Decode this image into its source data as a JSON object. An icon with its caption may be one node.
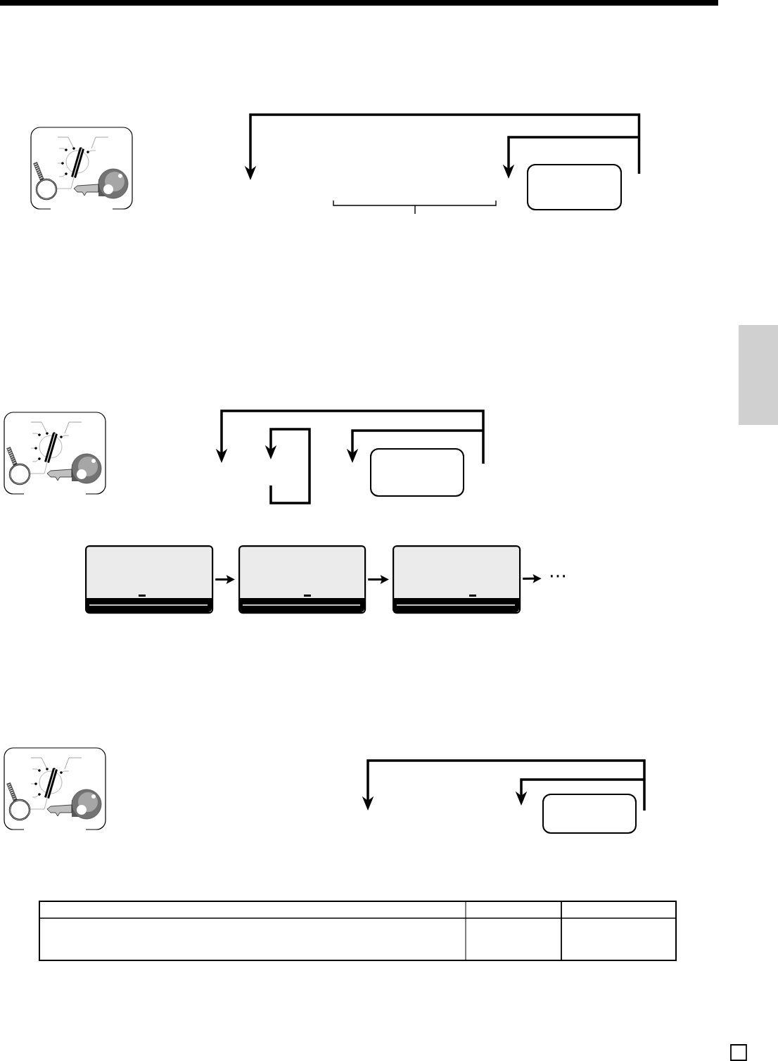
{
  "diagram": {
    "nodes": [
      {
        "text": [],
        "shape": "box"
      },
      {
        "text": [],
        "shape": "bar"
      },
      {
        "text": [],
        "shape": "box"
      },
      {
        "text": [],
        "shape": "display"
      },
      {
        "text": [],
        "shape": "display"
      },
      {
        "text": [],
        "shape": "display"
      },
      {
        "text": [
          "⋯"
        ]
      },
      {
        "text": [],
        "shape": "box"
      }
    ],
    "edges": [
      {
        "from": 3,
        "to": 4,
        "arrow": "to"
      },
      {
        "from": 4,
        "to": 5,
        "arrow": "to"
      },
      {
        "from": 5,
        "to": 6,
        "arrow": "to"
      }
    ]
  }
}
